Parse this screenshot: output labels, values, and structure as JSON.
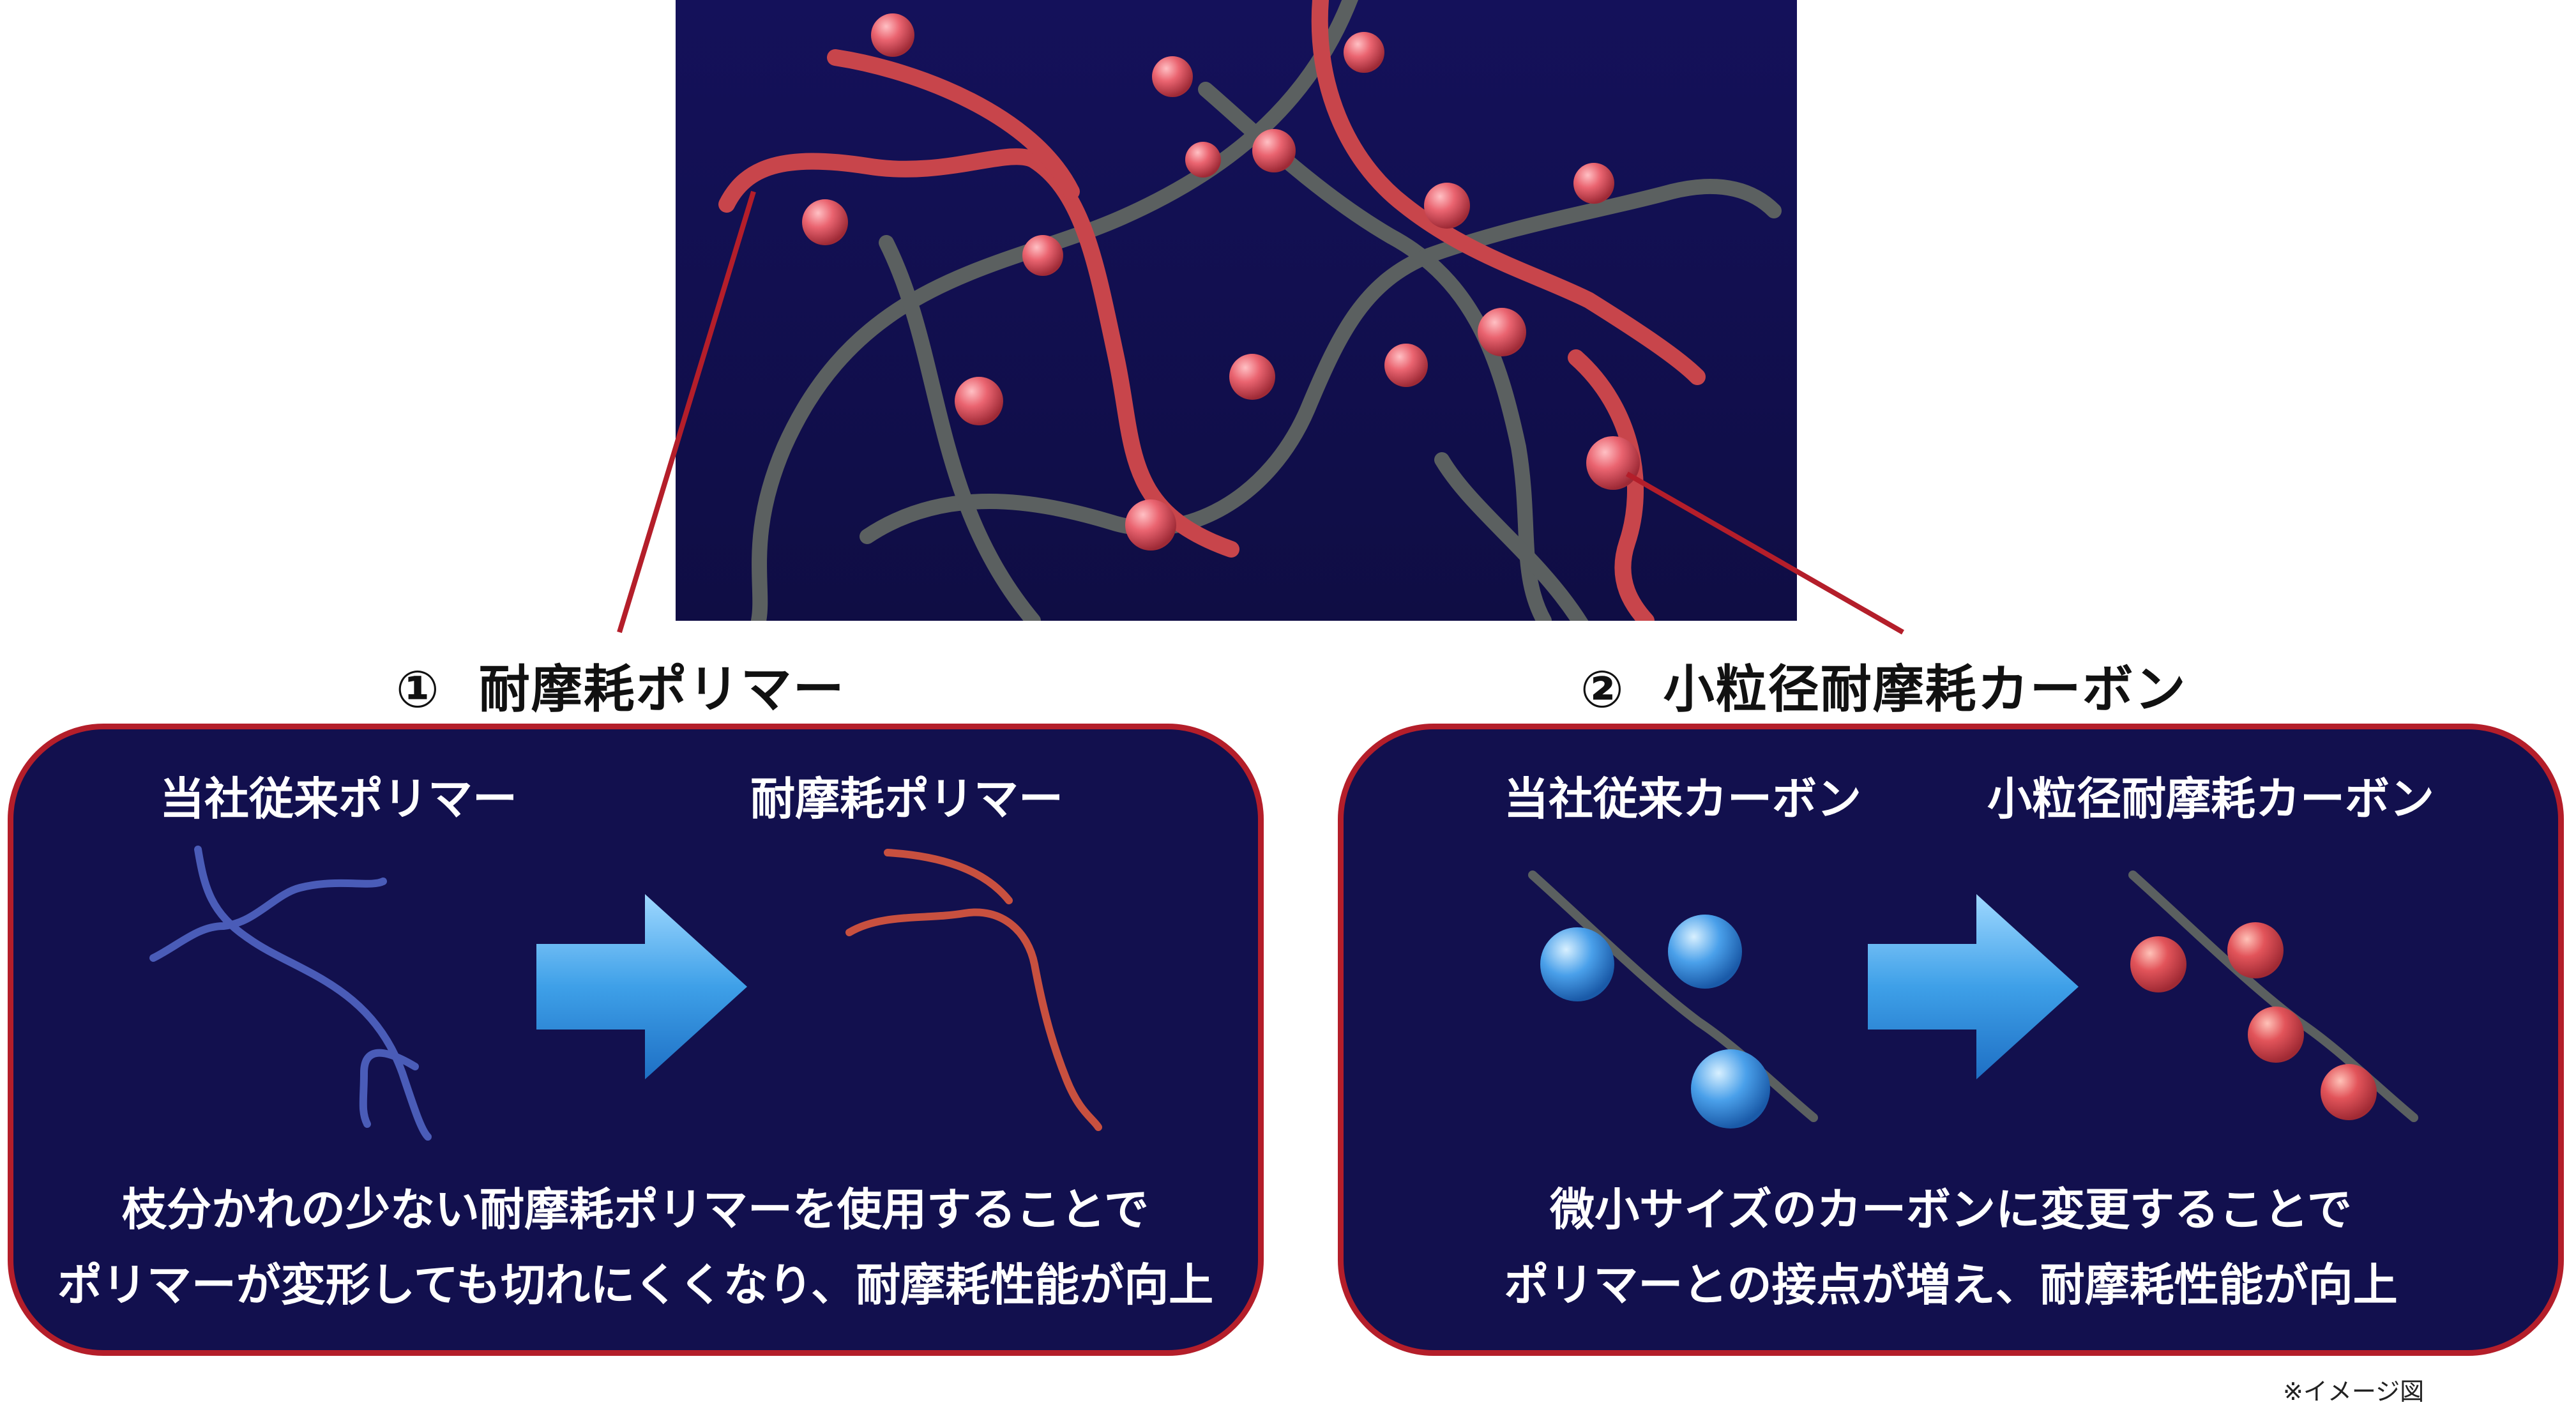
{
  "hero": {
    "background": "#12104e",
    "polymer_color": "#c8454b",
    "standard_polymer_color": "#5a5e5e",
    "particle_color": "#e85a66"
  },
  "section1": {
    "number": "①",
    "title": "耐摩耗ポリマー"
  },
  "section2": {
    "number": "②",
    "title": "小粒径耐摩耗カーボン"
  },
  "panel1": {
    "before_label": "当社従来ポリマー",
    "after_label": "耐摩耗ポリマー",
    "desc_line1": "枝分かれの少ない耐摩耗ポリマーを使用することで",
    "desc_line2": "ポリマーが変形しても切れにくくなり、耐摩耗性能が向上"
  },
  "panel2": {
    "before_label": "当社従来カーボン",
    "after_label": "小粒径耐摩耗カーボン",
    "desc_line1": "微小サイズのカーボンに変更することで",
    "desc_line2": "ポリマーとの接点が増え、耐摩耗性能が向上"
  },
  "colors": {
    "panel_bg": "#12104e",
    "panel_border": "#b41e2a",
    "arrow": "#3ea0e8",
    "old_polymer": "#4a5cb8",
    "new_polymer": "#c8503f",
    "old_carbon": "#4aa0ea",
    "new_carbon": "#e0545a"
  },
  "footnote": "※イメージ図"
}
